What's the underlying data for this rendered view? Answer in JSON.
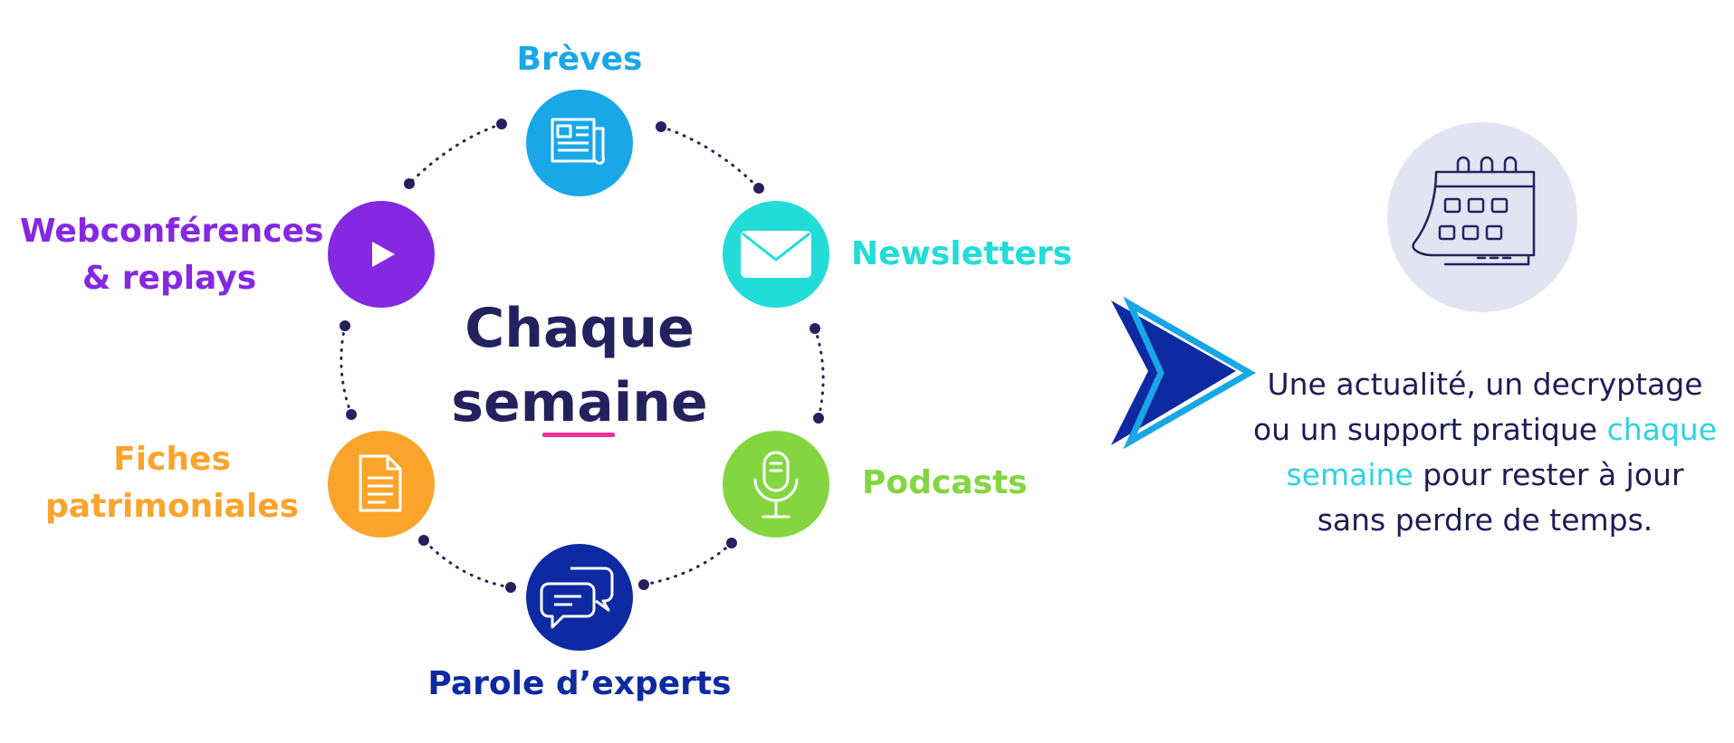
{
  "diagram": {
    "center": {
      "line1": "Chaque",
      "line2": "semaine"
    },
    "items": [
      {
        "label": "Brèves",
        "icon": "newspaper-icon",
        "color": "#1aa7e8"
      },
      {
        "label": "Newsletters",
        "icon": "envelope-icon",
        "color": "#22dcd8"
      },
      {
        "label": "Podcasts",
        "icon": "microphone-icon",
        "color": "#83d640"
      },
      {
        "label": "Parole d’experts",
        "icon": "speech-bubbles-icon",
        "color": "#0d2aa3"
      },
      {
        "label": "Fiches",
        "label2": "patrimoniales",
        "icon": "document-icon",
        "color": "#fba42c"
      },
      {
        "label": "Webconférences",
        "label2": "& replays",
        "icon": "play-icon",
        "color": "#8528e2"
      }
    ],
    "connector_color": "#24225e",
    "underline_color": "#f0309a"
  },
  "arrow": {
    "icon": "chevron-arrow-icon",
    "dark": "#0d2aa3",
    "light": "#19a6e5"
  },
  "calendar": {
    "icon": "calendar-icon",
    "circle_color": "#e2e4f2"
  },
  "description": {
    "before": "Une actualité, un decryptage ou un support pratique ",
    "highlight": "chaque semaine",
    "after": " pour rester à jour sans perdre de temps."
  }
}
